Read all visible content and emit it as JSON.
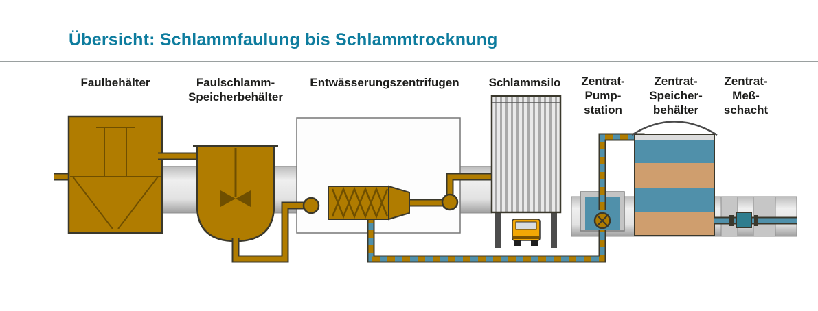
{
  "header": {
    "title": "Übersicht: Schlammfaulung bis Schlammtrocknung"
  },
  "diagram": {
    "labels": {
      "faulbehaelter": {
        "lines": [
          "Faulbehälter"
        ]
      },
      "faulschlamm_speicherbehaelter": {
        "lines": [
          "Faulschlamm-",
          "Speicherbehälter"
        ]
      },
      "entwaesserungszentrifugen": {
        "lines": [
          "Entwässerungszentrifugen"
        ]
      },
      "schlammsilo": {
        "lines": [
          "Schlammsilo"
        ]
      },
      "zentrat_pumpstation": {
        "lines": [
          "Zentrat-",
          "Pump-",
          "station"
        ]
      },
      "zentrat_speicherbehaelter": {
        "lines": [
          "Zentrat-",
          "Speicher-",
          "behälter"
        ]
      },
      "zentrat_messschacht": {
        "lines": [
          "Zentrat-",
          "Meß-",
          "schacht"
        ]
      }
    }
  },
  "colors": {
    "title_teal": "#0d7c9e",
    "label_text": "#1d1d1b",
    "rule_gray": "#9aa0a0",
    "sludge_brown": "#b07c00",
    "sludge_dark": "#6f4f00",
    "outline_dark": "#3a382c",
    "centrate_teal": "#5090aa",
    "meter_teal": "#2f7d8e",
    "tank_tan": "#cf9e6e",
    "truck_yellow": "#f2a705"
  }
}
